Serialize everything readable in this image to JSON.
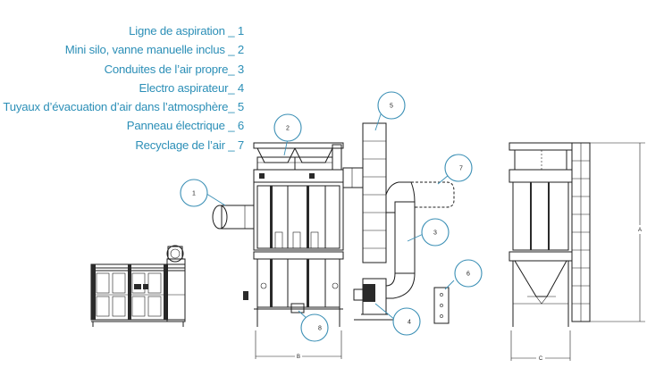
{
  "legend": [
    {
      "text": "Ligne de aspiration _ 1"
    },
    {
      "text": "Mini silo, vanne manuelle inclus _ 2"
    },
    {
      "text": "Conduites de l’air propre_ 3"
    },
    {
      "text": "Electro aspirateur_ 4"
    },
    {
      "text": "Tuyaux d’évacuation d’air dans l’atmosphère_ 5"
    },
    {
      "text": "Panneau électrique _ 6"
    },
    {
      "text": "Recyclage de l’air _ 7"
    }
  ],
  "callouts": {
    "c1": "1",
    "c2": "2",
    "c3": "3",
    "c4": "4",
    "c5": "5",
    "c6": "6",
    "c7": "7",
    "c8": "8"
  },
  "dimensions": {
    "front_width": "B",
    "side_width": "C",
    "side_height": "A"
  },
  "colors": {
    "legend_text": "#2c8fb7",
    "callout_stroke": "#3a8fb5",
    "drawing_line": "#1d1d1d"
  }
}
